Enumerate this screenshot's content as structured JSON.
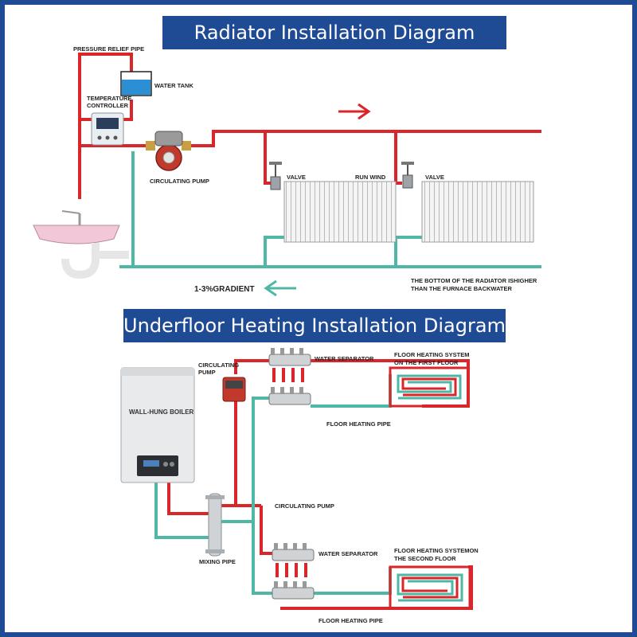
{
  "titles": {
    "radiator": "Radiator Installation Diagram",
    "underfloor": "Underfloor Heating Installation Diagram"
  },
  "radiator_labels": {
    "pressure_relief_pipe": "PRESSURE RELIEF PIPE",
    "water_tank": "WATER TANK",
    "temperature": "TEMPERATURE",
    "controller": "CONTROLLER",
    "circulating_pump": "CIRCULATING PUMP",
    "valve_left": "VALVE",
    "run_wind": "RUN WIND",
    "valve_right": "VALVE",
    "gradient": "1-3%GRADIENT",
    "note_line1": "THE BOTTOM OF THE RADIATOR ISHIGHER",
    "note_line2": "THAN THE FURNACE BACKWATER"
  },
  "underfloor_labels": {
    "circulating": "CIRCULATING",
    "pump": "PUMP",
    "water_separator_top": "WATER SEPARATOR",
    "first_floor_line1": "FLOOR HEATING SYSTEM",
    "first_floor_line2": "ON THE FIRST FLOOR",
    "wall_hung_boiler": "WALL-HUNG BOILER",
    "floor_heating_pipe_top": "FLOOR HEATING PIPE",
    "circulating_pump_mid": "CIRCULATING PUMP",
    "water_separator_bottom": "WATER SEPARATOR",
    "second_floor_line1": "FLOOR HEATING SYSTEMON",
    "second_floor_line2": "THE SECOND FLOOR",
    "mixing_pipe": "MIXING PIPE",
    "floor_heating_pipe_bottom": "FLOOR HEATING PIPE"
  },
  "colors": {
    "hot": "#d8262a",
    "cold": "#4fb7a6",
    "banner": "#1f4a94"
  }
}
